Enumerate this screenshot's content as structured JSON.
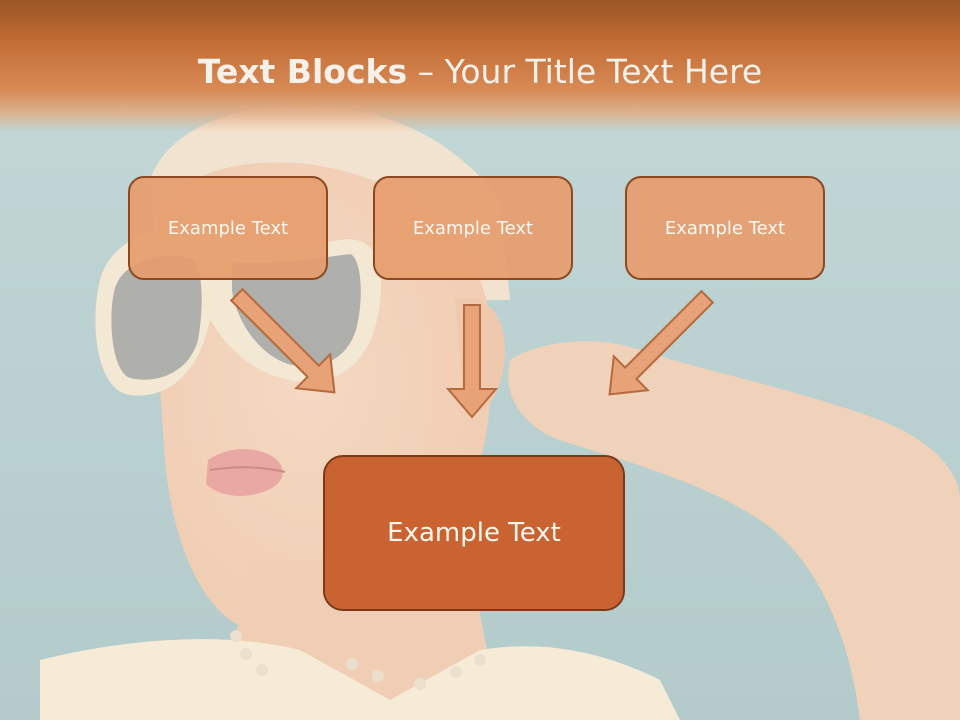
{
  "title": {
    "bold_part": "Text Blocks",
    "dash": " – ",
    "regular_part": "Your Title Text Here"
  },
  "blocks": {
    "left": "Example Text",
    "middle": "Example Text",
    "right": "Example Text",
    "main": "Example Text"
  },
  "colors": {
    "header": "#c16b34",
    "block_fill": "#e69d6e",
    "main_block_fill": "#c96332",
    "border": "#8d4a22",
    "background": "#a9cdd3"
  },
  "icons": [
    "arrow-down-right-icon",
    "arrow-down-icon",
    "arrow-down-left-icon"
  ]
}
